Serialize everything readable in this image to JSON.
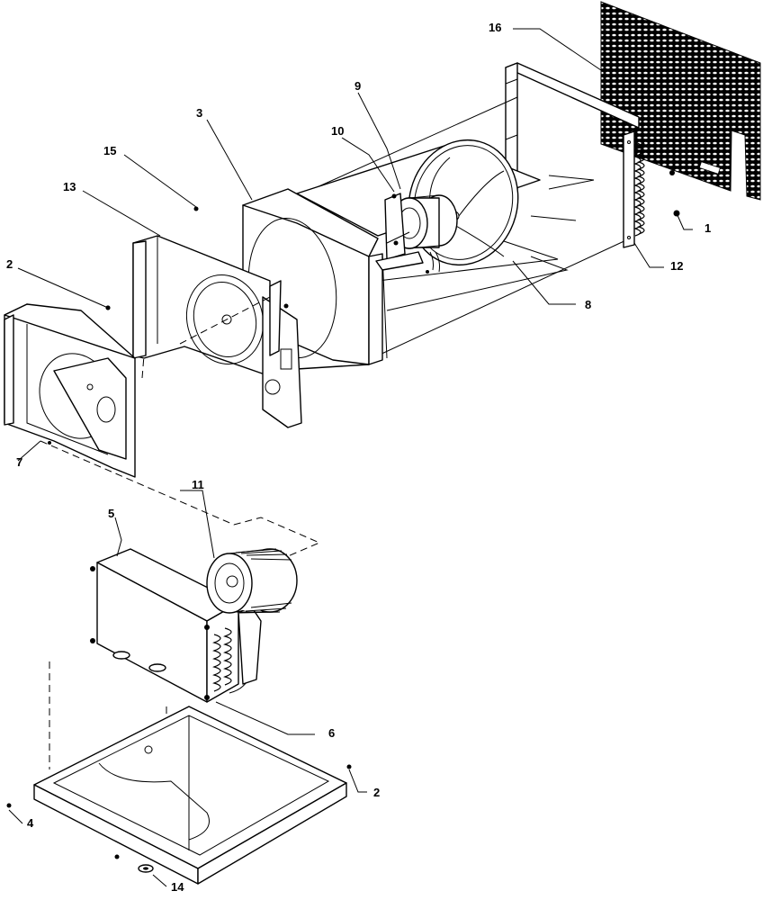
{
  "callouts": [
    {
      "id": "c1",
      "label": "1"
    },
    {
      "id": "c2a",
      "label": "2"
    },
    {
      "id": "c2b",
      "label": "2"
    },
    {
      "id": "c3",
      "label": "3"
    },
    {
      "id": "c4",
      "label": "4"
    },
    {
      "id": "c5",
      "label": "5"
    },
    {
      "id": "c6",
      "label": "6"
    },
    {
      "id": "c7",
      "label": "7"
    },
    {
      "id": "c8",
      "label": "8"
    },
    {
      "id": "c9",
      "label": "9"
    },
    {
      "id": "c10",
      "label": "10"
    },
    {
      "id": "c11",
      "label": "11"
    },
    {
      "id": "c12",
      "label": "12"
    },
    {
      "id": "c13",
      "label": "13"
    },
    {
      "id": "c14",
      "label": "14"
    },
    {
      "id": "c15",
      "label": "15"
    },
    {
      "id": "c16",
      "label": "16"
    }
  ]
}
